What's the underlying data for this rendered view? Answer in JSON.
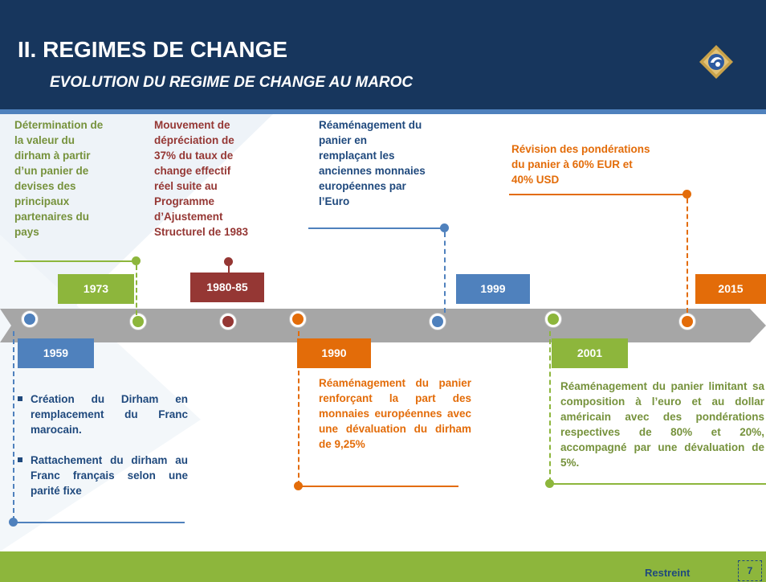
{
  "header": {
    "title": "II. REGIMES DE CHANGE",
    "subtitle": "EVOLUTION DU REGIME DE CHANGE AU MAROC"
  },
  "colors": {
    "navy": "#17365d",
    "blue": "#4f81bd",
    "green": "#8db63c",
    "maroon": "#953734",
    "orange": "#e36c09",
    "gray_bar": "#a6a6a6"
  },
  "timeline": {
    "years": {
      "y1959": "1959",
      "y1973": "1973",
      "y1980": "1980-85",
      "y1990": "1990",
      "y1999": "1999",
      "y2001": "2001",
      "y2015": "2015"
    }
  },
  "events": {
    "e1973": [
      "Détermination de",
      "la valeur du",
      "dirham à partir",
      "d’un panier de",
      "devises des",
      "principaux",
      "partenaires du",
      "pays"
    ],
    "e1980": [
      "Mouvement de",
      "dépréciation de",
      "37% du taux de",
      "change effectif",
      "réel  suite au",
      "Programme",
      "d’Ajustement",
      "Structurel de 1983"
    ],
    "e1999": [
      "Réaménagement du",
      "panier en",
      "remplaçant les",
      "anciennes monnaies",
      "européennes par",
      "l’Euro"
    ],
    "e2015": [
      "Révision des pondérations",
      "du panier à 60% EUR et",
      "40% USD"
    ],
    "e1959": [
      "Création du Dirham en remplacement du Franc marocain.",
      "Rattachement du dirham au Franc français selon une parité fixe"
    ],
    "e1990": "Réaménagement du panier renforçant la part des monnaies européennes avec une dévaluation du dirham de 9,25%",
    "e2001": "Réaménagement du panier limitant sa composition à l’euro et au dollar américain avec des pondérations respectives de 80% et 20%, accompagné par une dévaluation de 5%."
  },
  "footer": {
    "classification": "Restreint",
    "page_number": "7"
  }
}
